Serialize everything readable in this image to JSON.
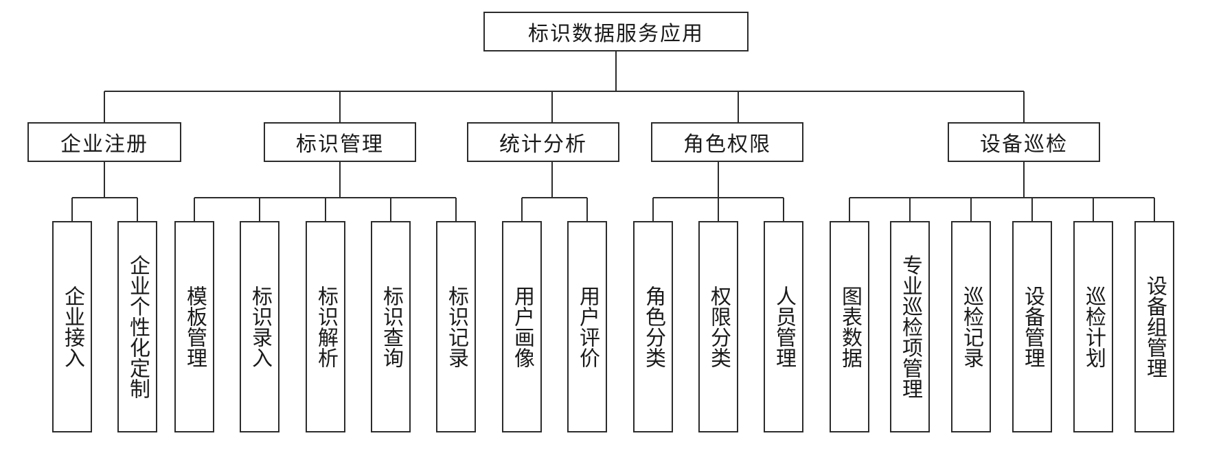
{
  "diagram": {
    "root": "标识数据服务应用",
    "categories": [
      {
        "label": "企业注册",
        "children": [
          "企业接入",
          "企业个性化定制"
        ]
      },
      {
        "label": "标识管理",
        "children": [
          "模板管理",
          "标识录入",
          "标识解析",
          "标识查询",
          "标识记录"
        ]
      },
      {
        "label": "统计分析",
        "children": [
          "用户画像",
          "用户评价"
        ]
      },
      {
        "label": "角色权限",
        "children": [
          "角色分类",
          "权限分类",
          "人员管理"
        ]
      },
      {
        "label": "设备巡检",
        "children": [
          "图表数据",
          "专业巡检项管理",
          "巡检记录",
          "设备管理",
          "巡检计划",
          "设备组管理"
        ]
      }
    ]
  }
}
